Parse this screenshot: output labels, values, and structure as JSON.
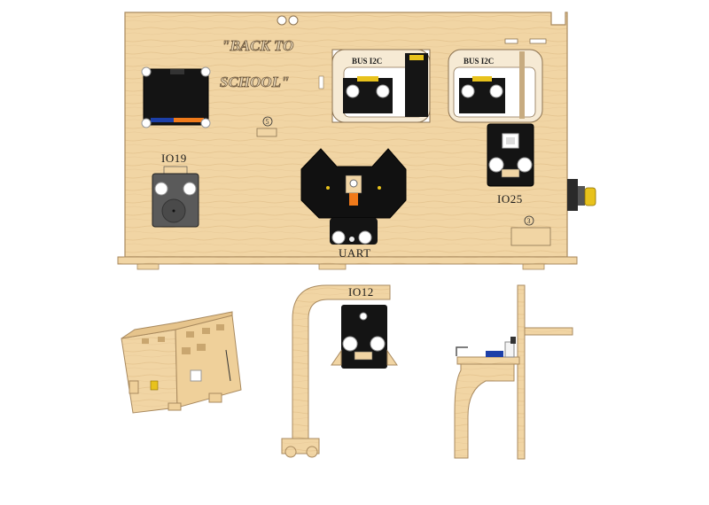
{
  "slogan": {
    "line1": "\"BACK TO",
    "line2": "SCHOOL\""
  },
  "labels": {
    "io19": "IO19",
    "io25": "IO25",
    "uart": "UART",
    "io12": "IO12",
    "bus_left": "BUS  I2C",
    "bus_right": "BUS  I2C",
    "mark5": "5",
    "mark3": "3"
  },
  "colors": {
    "wood": "#f1d5a4",
    "wood_edge": "#a98a5f",
    "module_black": "#111111",
    "module_grey": "#5a5a5a",
    "knob_yellow": "#e8c21c",
    "display_blue": "#1c3fa8",
    "accent_orange": "#f07a1a"
  }
}
